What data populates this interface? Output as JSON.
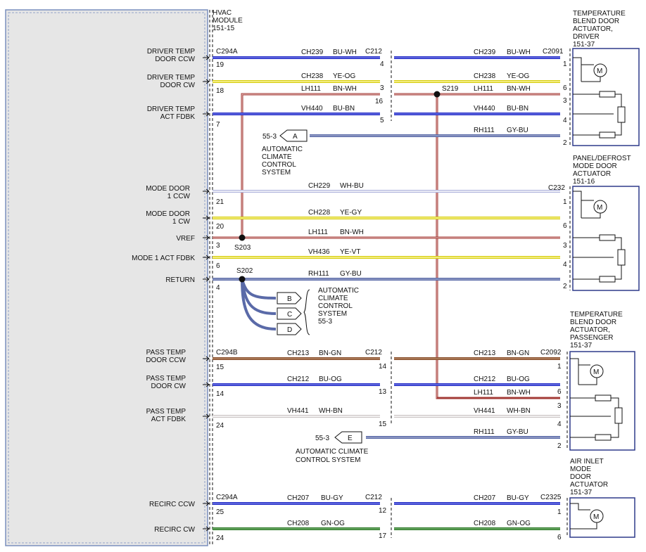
{
  "module": {
    "name_lines": [
      "HVAC",
      "MODULE",
      "151-15"
    ]
  },
  "pins": [
    {
      "label": [
        "DRIVER TEMP",
        "DOOR CCW"
      ],
      "pin": "19"
    },
    {
      "label": [
        "DRIVER TEMP",
        "DOOR CW"
      ],
      "pin": "18"
    },
    {
      "label": [
        "DRIVER TEMP",
        "ACT FDBK"
      ],
      "pin": "7"
    },
    {
      "label": [
        "MODE DOOR",
        "1 CCW"
      ],
      "pin": "21"
    },
    {
      "label": [
        "MODE DOOR",
        "1 CW"
      ],
      "pin": "20"
    },
    {
      "label": [
        "VREF"
      ],
      "pin": "3"
    },
    {
      "label": [
        "MODE 1 ACT FDBK"
      ],
      "pin": "6"
    },
    {
      "label": [
        "RETURN"
      ],
      "pin": "4"
    },
    {
      "label": [
        "PASS TEMP",
        "DOOR CCW"
      ],
      "pin": "15"
    },
    {
      "label": [
        "PASS TEMP",
        "DOOR CW"
      ],
      "pin": "14"
    },
    {
      "label": [
        "PASS TEMP",
        "ACT FDBK"
      ],
      "pin": "24"
    },
    {
      "label": [
        "RECIRC CCW"
      ],
      "pin": "25"
    },
    {
      "label": [
        "RECIRC CW"
      ],
      "pin": "24"
    }
  ],
  "connectors": {
    "c294a_top": "C294A",
    "c294b": "C294B",
    "c294a_bottom": "C294A",
    "c212_top": "C212",
    "c212_mid": "C212",
    "c212_bottom": "C212",
    "c2091": "C2091",
    "c232": "C232",
    "c2092": "C2092",
    "c2325": "C2325"
  },
  "wires": [
    {
      "circuit": "CH239",
      "color_code": "BU-WH",
      "color": "#2b33c8"
    },
    {
      "circuit": "CH238",
      "color_code": "YE-OG",
      "color": "#f2ea1e"
    },
    {
      "circuit": "LH111",
      "color_code": "BN-WH",
      "color": "#a33a36"
    },
    {
      "circuit": "VH440",
      "color_code": "BU-BN",
      "color": "#2b33c8"
    },
    {
      "circuit": "RH111",
      "color_code": "GY-BU",
      "color": "#5a6aa8"
    },
    {
      "circuit": "CH229",
      "color_code": "WH-BU",
      "color": "#c8cbe8"
    },
    {
      "circuit": "CH228",
      "color_code": "YE-GY",
      "color": "#f2ea1e"
    },
    {
      "circuit": "LH111",
      "color_code": "BN-WH",
      "color": "#a33a36"
    },
    {
      "circuit": "VH436",
      "color_code": "YE-VT",
      "color": "#f2ea1e"
    },
    {
      "circuit": "RH111",
      "color_code": "GY-BU",
      "color": "#5a6aa8"
    },
    {
      "circuit": "CH213",
      "color_code": "BN-GN",
      "color": "#8a5230"
    },
    {
      "circuit": "CH212",
      "color_code": "BU-OG",
      "color": "#2b33c8"
    },
    {
      "circuit": "LH111",
      "color_code": "BN-WH",
      "color": "#a33a36"
    },
    {
      "circuit": "VH441",
      "color_code": "WH-BN",
      "color": "#d2cccc"
    },
    {
      "circuit": "RH111",
      "color_code": "GY-BU",
      "color": "#5a6aa8"
    },
    {
      "circuit": "CH207",
      "color_code": "BU-GY",
      "color": "#2b33c8"
    },
    {
      "circuit": "CH208",
      "color_code": "GN-OG",
      "color": "#2f7a2a"
    }
  ],
  "c212_pins": [
    "4",
    "3",
    "16",
    "5",
    "14",
    "13",
    "15",
    "12",
    "17"
  ],
  "actuator_pins": {
    "driver": [
      "1",
      "6",
      "3",
      "4",
      "2"
    ],
    "mode": [
      "1",
      "6",
      "3",
      "4",
      "2"
    ],
    "pass": [
      "1",
      "6",
      "3",
      "4",
      "2"
    ],
    "recirc": [
      "1",
      "6"
    ]
  },
  "splices": {
    "s219": "S219",
    "s203": "S203",
    "s202": "S202"
  },
  "components": {
    "driver": [
      "TEMPERATURE",
      "BLEND DOOR",
      "ACTUATOR,",
      "DRIVER",
      "151-37"
    ],
    "mode": [
      "PANEL/DEFROST",
      "MODE DOOR",
      "ACTUATOR",
      "151-16"
    ],
    "pass": [
      "TEMPERATURE",
      "BLEND DOOR",
      "ACTUATOR,",
      "PASSENGER",
      "151-37"
    ],
    "recirc": [
      "AIR INLET",
      "MODE",
      "DOOR",
      "ACTUATOR",
      "151-37"
    ]
  },
  "refs": {
    "a_page": "55-3",
    "a_letter": "A",
    "a_text": [
      "AUTOMATIC",
      "CLIMATE",
      "CONTROL",
      "SYSTEM"
    ],
    "bcd_letters": [
      "B",
      "C",
      "D"
    ],
    "bcd_text": [
      "AUTOMATIC",
      "CLIMATE",
      "CONTROL",
      "SYSTEM",
      "55-3"
    ],
    "e_page": "55-3",
    "e_letter": "E",
    "e_text": [
      "AUTOMATIC CLIMATE",
      "CONTROL SYSTEM"
    ]
  }
}
